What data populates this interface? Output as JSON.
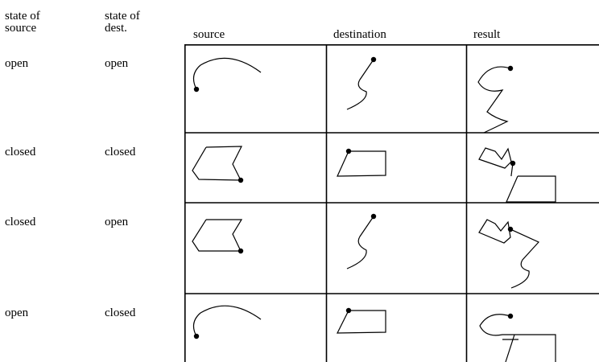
{
  "headers": {
    "state_source": "state of\nsource",
    "state_dest": "state of\ndest.",
    "source": "source",
    "destination": "destination",
    "result": "result"
  },
  "rows": [
    {
      "state_source": "open",
      "state_dest": "open"
    },
    {
      "state_source": "closed",
      "state_dest": "closed"
    },
    {
      "state_source": "closed",
      "state_dest": "open"
    },
    {
      "state_source": "open",
      "state_dest": "closed"
    }
  ]
}
